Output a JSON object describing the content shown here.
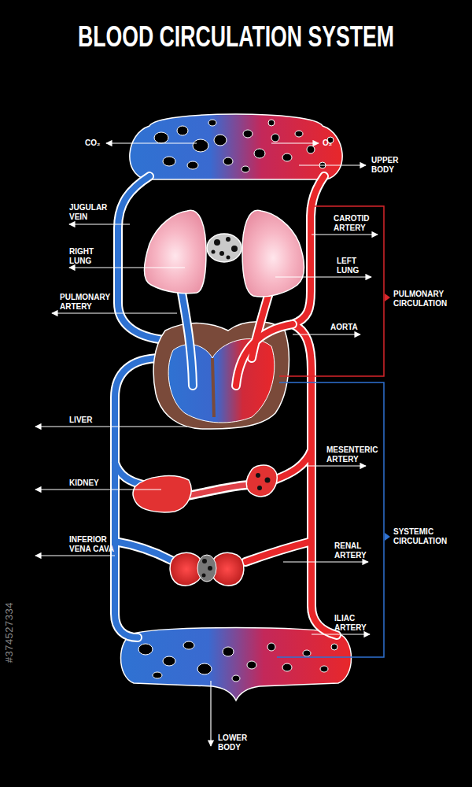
{
  "diagram": {
    "title": "BLOOD CIRCULATION SYSTEM",
    "labels": [
      "CO₂",
      "O₂",
      "UPPER BODY",
      "JUGULAR VEIN",
      "CAROTID ARTERY",
      "RIGHT LUNG",
      "LEFT LUNG",
      "PULMONARY ARTERY",
      "PULMONARY CIRCULATION",
      "AORTA",
      "LIVER",
      "MESENTERIC ARTERY",
      "KIDNEY",
      "SYSTEMIC CIRCULATION",
      "INFERIOR VENA CAVA",
      "RENAL ARTERY",
      "ILIAC ARTERY",
      "LOWER BODY",
      "#374527334"
    ]
  }
}
